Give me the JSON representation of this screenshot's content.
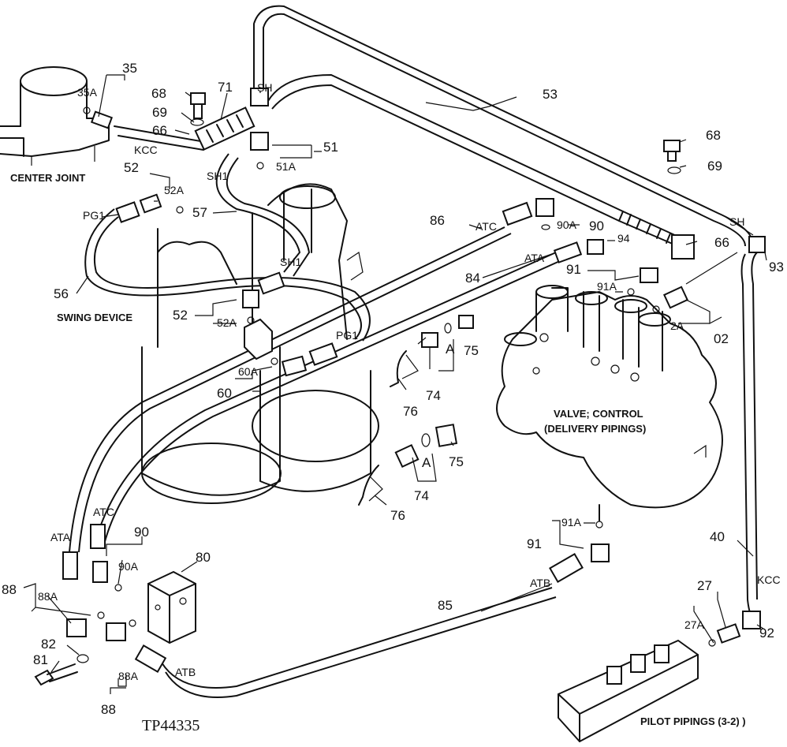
{
  "figure_id": "TP44335",
  "captions": {
    "center_joint": "CENTER JOINT",
    "swing_device": "SWING DEVICE",
    "valve_control_1": "VALVE; CONTROL",
    "valve_control_2": "(DELIVERY PIPINGS)",
    "pilot_pipings": "PILOT PIPINGS (3-2) )"
  },
  "callouts": {
    "c35": "35",
    "c35a": "35A",
    "c68a": "68",
    "c69a": "69",
    "c66a": "66",
    "kcc_a": "KCC",
    "c71": "71",
    "sh_a": "SH",
    "c51": "51",
    "c51a": "51A",
    "c53": "53",
    "c52a": "52",
    "c52aa": "52A",
    "pg1_a": "PG1",
    "shi_a": "SH1",
    "c57": "57",
    "shi_b": "SH1",
    "c68b": "68",
    "c69b": "69",
    "sh_b": "SH",
    "c66b": "66",
    "c93": "93",
    "c86": "86",
    "atc_a": "ATC",
    "c90a_top": "90A",
    "c90_top": "90",
    "c94": "94",
    "ata_a": "ATA",
    "c84": "84",
    "c91_top": "91",
    "c91a_top": "91A",
    "c2a": "2A",
    "c02": "02",
    "c56": "56",
    "c52b": "52",
    "c52ab": "52A",
    "pg1_b": "PG1",
    "c60a": "60A",
    "c60": "60",
    "c76a": "76",
    "c74a": "74",
    "a_a": "A",
    "c75a": "75",
    "c75b": "75",
    "a_b": "A",
    "c74b": "74",
    "c76b": "76",
    "atc_b": "ATC",
    "ata_b": "ATA",
    "c90_low": "90",
    "c90a_low": "90A",
    "c80": "80",
    "c88_top": "88",
    "c88a_top": "88A",
    "c82": "82",
    "c81": "81",
    "c88a_low": "88A",
    "c88_low": "88",
    "atb_a": "ATB",
    "c91a_low": "91A",
    "c91_low": "91",
    "atb_b": "ATB",
    "c85": "85",
    "c40": "40",
    "kcc_b": "KCC",
    "c92": "92",
    "c27": "27",
    "c27a": "27A"
  }
}
